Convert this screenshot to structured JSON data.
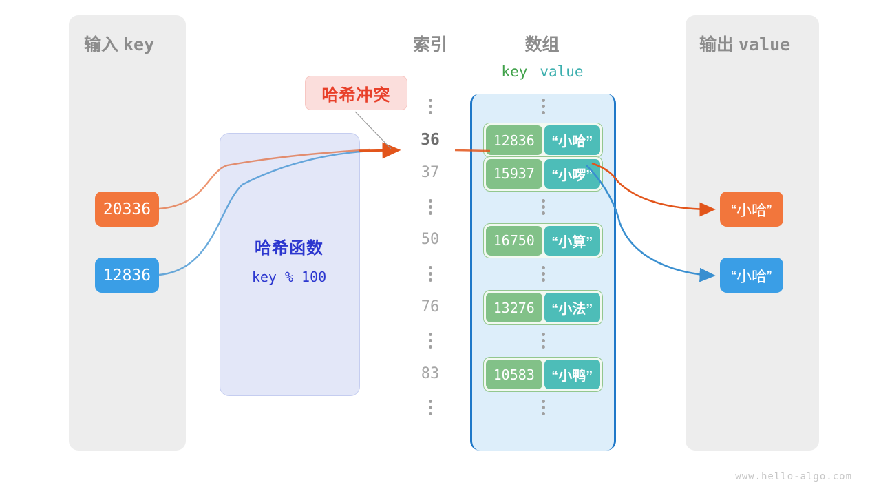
{
  "watermark": "www.hello-algo.com",
  "input_panel": {
    "title_cjk": "输入",
    "title_mono": "key",
    "items": [
      {
        "label": "20336",
        "color": "#f2763c"
      },
      {
        "label": "12836",
        "color": "#3a9ee6"
      }
    ]
  },
  "output_panel": {
    "title_cjk": "输出",
    "title_mono": "value",
    "items": [
      {
        "label": "“小哈”",
        "color": "#f2763c"
      },
      {
        "label": "“小哈”",
        "color": "#3a9ee6"
      }
    ]
  },
  "hash_function": {
    "label": "哈希函数",
    "formula": "key % 100",
    "fill": "#e3e7f8",
    "text_color": "#2c37cf"
  },
  "collision": {
    "label": "哈希冲突",
    "fill": "#fbdedc",
    "text_color": "#e8402a"
  },
  "columns": {
    "index_title": "索引",
    "array_title": "数组",
    "key_header": "key",
    "value_header": "value",
    "key_color": "#41a24b",
    "value_color": "#3cafae"
  },
  "array": {
    "fill": "#ddeefa",
    "border_color": "#1f78c8",
    "rows": [
      {
        "kind": "dots"
      },
      {
        "kind": "entry",
        "index": "36",
        "key": "12836",
        "value": "“小哈”",
        "highlight": true
      },
      {
        "kind": "entry",
        "index": "37",
        "key": "15937",
        "value": "“小啰”",
        "highlight": false
      },
      {
        "kind": "dots"
      },
      {
        "kind": "entry",
        "index": "50",
        "key": "16750",
        "value": "“小算”",
        "highlight": false
      },
      {
        "kind": "dots"
      },
      {
        "kind": "entry",
        "index": "76",
        "key": "13276",
        "value": "“小法”",
        "highlight": false
      },
      {
        "kind": "dots"
      },
      {
        "kind": "entry",
        "index": "83",
        "key": "10583",
        "value": "“小鸭”",
        "highlight": false
      },
      {
        "kind": "dots"
      }
    ]
  }
}
